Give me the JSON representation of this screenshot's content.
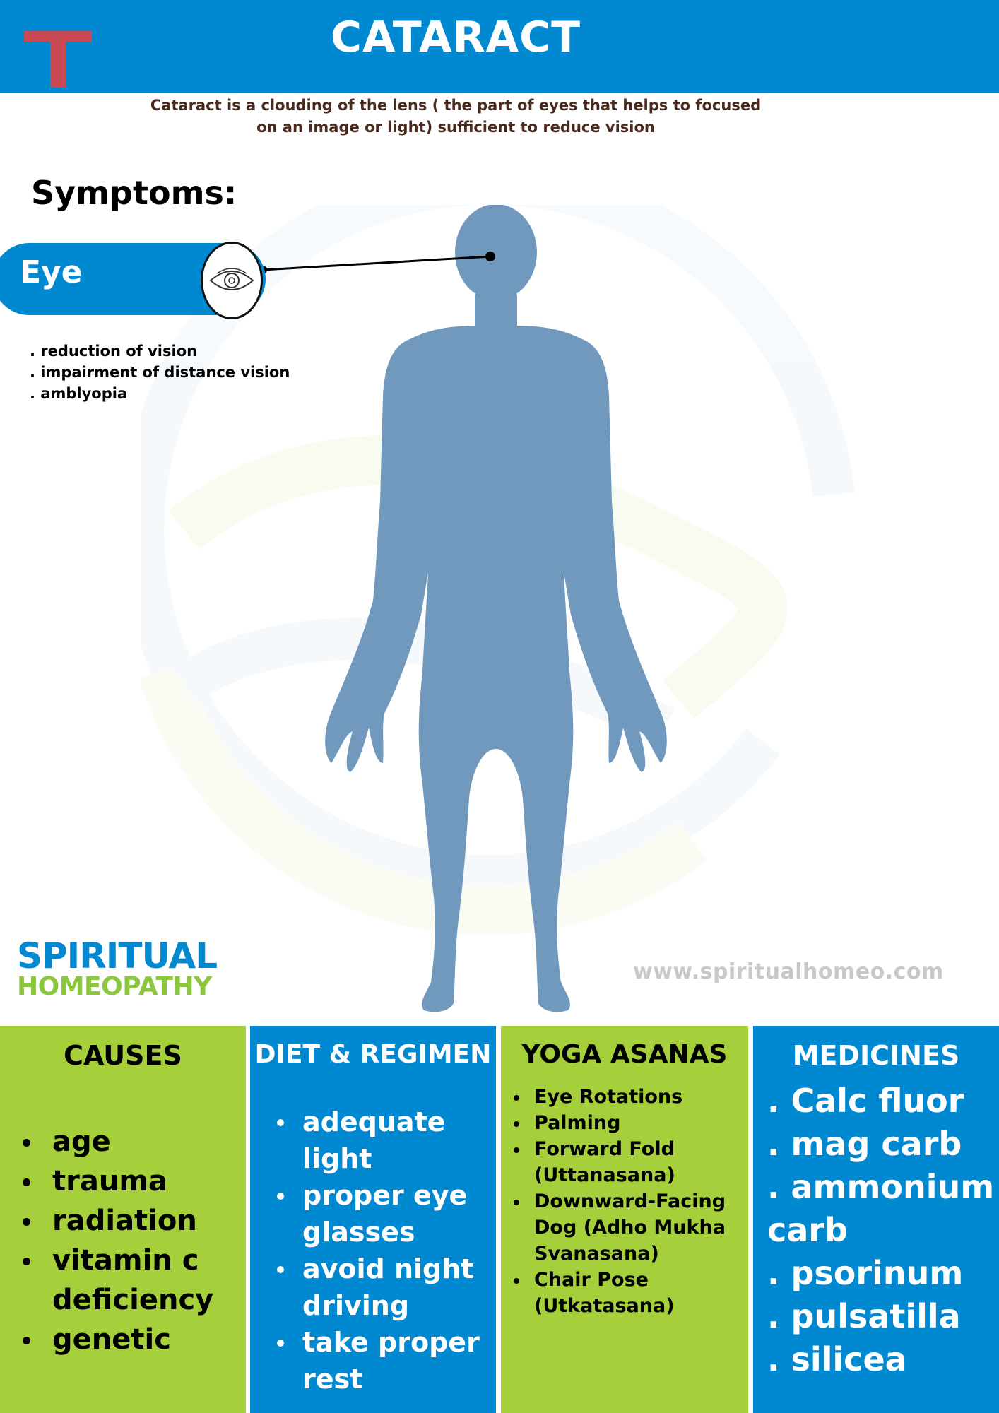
{
  "header": {
    "title": "CATARACT"
  },
  "intro": "Cataract is a clouding of the lens ( the part of eyes that helps to focused on an image or light) sufficient to reduce vision",
  "symptoms": {
    "heading": "Symptoms:",
    "region_label": "Eye",
    "region_icon": "eye-icon",
    "items": [
      ". reduction of vision",
      ". impairment of distance vision",
      ". amblyopia"
    ]
  },
  "brand": {
    "line1": "SPIRITUAL",
    "line2": "HOMEOPATHY",
    "website": "www.spiritualhomeo.com"
  },
  "columns": {
    "causes": {
      "title": "CAUSES",
      "items": [
        "age",
        "trauma",
        "radiation",
        "vitamin c deficiency",
        "genetic"
      ]
    },
    "diet": {
      "title": "DIET & REGIMEN",
      "items": [
        "adequate light",
        "proper eye glasses",
        "avoid night driving",
        "take proper rest"
      ]
    },
    "yoga": {
      "title": "YOGA ASANAS",
      "items": [
        "Eye Rotations",
        "Palming",
        "Forward Fold (Uttanasana)",
        "Downward-Facing Dog (Adho Mukha Svanasana)",
        "Chair Pose (Utkatasana)"
      ]
    },
    "medicines": {
      "title": "MEDICINES",
      "items": [
        ". Calc fluor",
        ". mag carb",
        ". ammonium carb",
        ". psorinum",
        ". pulsatilla",
        ". silicea"
      ]
    }
  },
  "colors": {
    "blue": "#0088d1",
    "green": "#a6cf3c",
    "figure": "#7199bd",
    "logo_red": "#c94a55",
    "brand_green": "#8cc63f"
  }
}
